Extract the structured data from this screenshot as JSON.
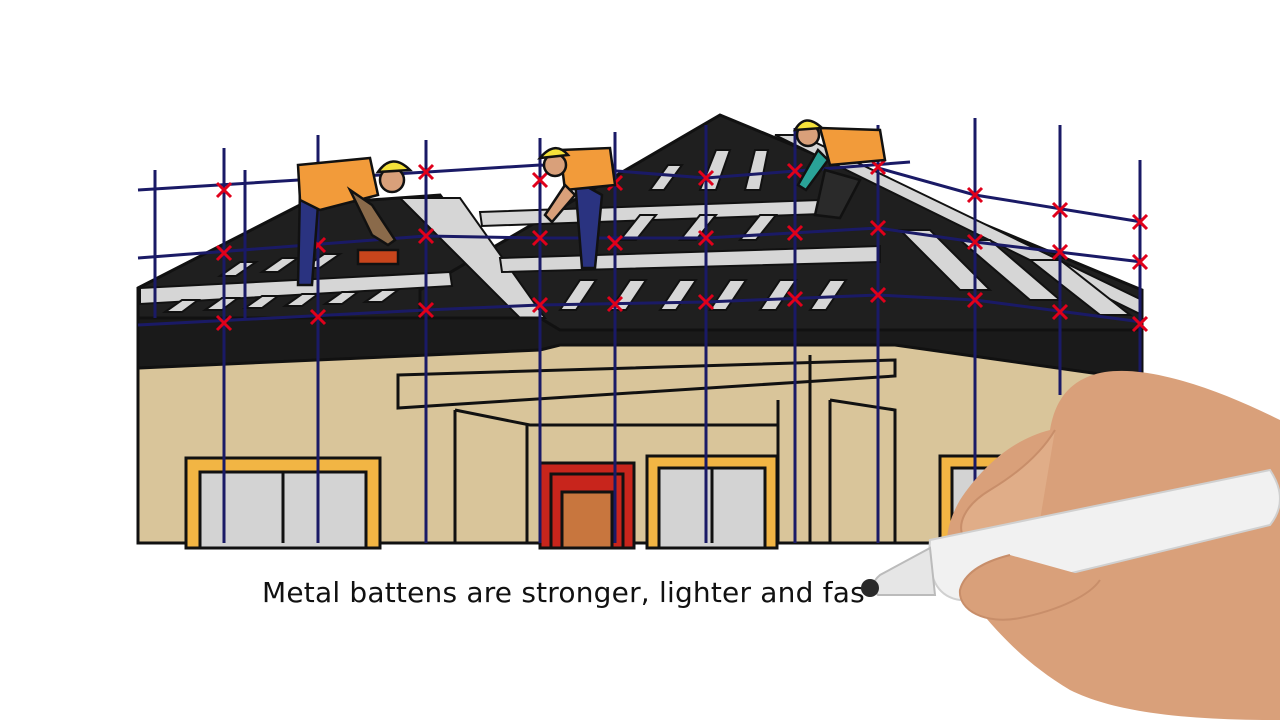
{
  "caption": "Metal battens are stronger, lighter and fas",
  "colors": {
    "wall": "#d9c59a",
    "roof": "#1f1f1f",
    "batten": "#d6d6d6",
    "scaffold_pole": "#1a1a66",
    "scaffold_clamp": "#e0001b",
    "window_frame": "#f2b544",
    "glass": "#d3d3d3",
    "door_frame": "#c8251c",
    "door": "#c8763e",
    "vest": "#f29b3a",
    "helmet": "#f5e23a",
    "trousers": "#2a3380",
    "skin": "#d9a07a",
    "marker": "#f1f1f1"
  },
  "icons": {
    "roofer_left": "roofer-kneeling-with-drill",
    "roofer_middle": "roofer-bending",
    "roofer_right": "roofer-crouching",
    "hand": "hand-holding-marker"
  }
}
